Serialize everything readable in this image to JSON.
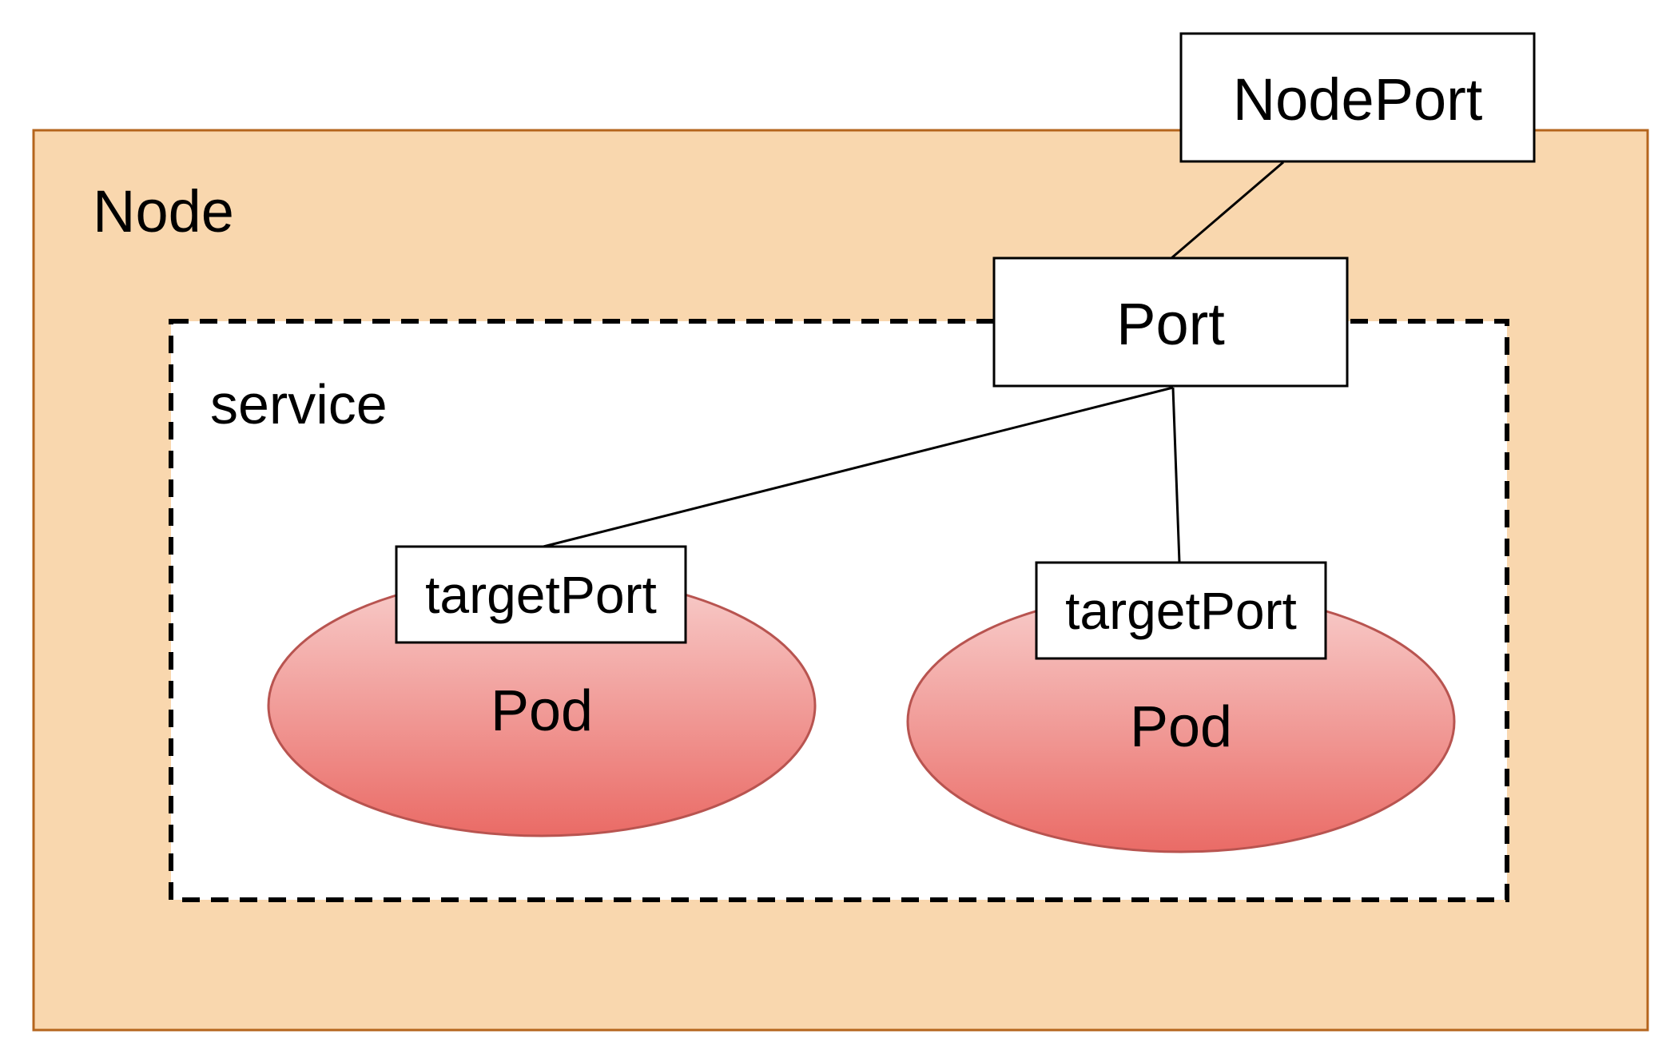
{
  "colors": {
    "node_fill": "#f9d7ae",
    "node_stroke": "#b5651d",
    "service_stroke": "#000000",
    "box_stroke": "#000000",
    "connector": "#000000",
    "pod_gradient_top": "#f8cecc",
    "pod_gradient_bottom": "#ea6b66",
    "pod_stroke": "#b85450"
  },
  "node": {
    "label": "Node"
  },
  "service": {
    "label": "service"
  },
  "node_port": {
    "label": "NodePort"
  },
  "port": {
    "label": "Port"
  },
  "pods": [
    {
      "label": "Pod",
      "target_port": "targetPort"
    },
    {
      "label": "Pod",
      "target_port": "targetPort"
    }
  ]
}
